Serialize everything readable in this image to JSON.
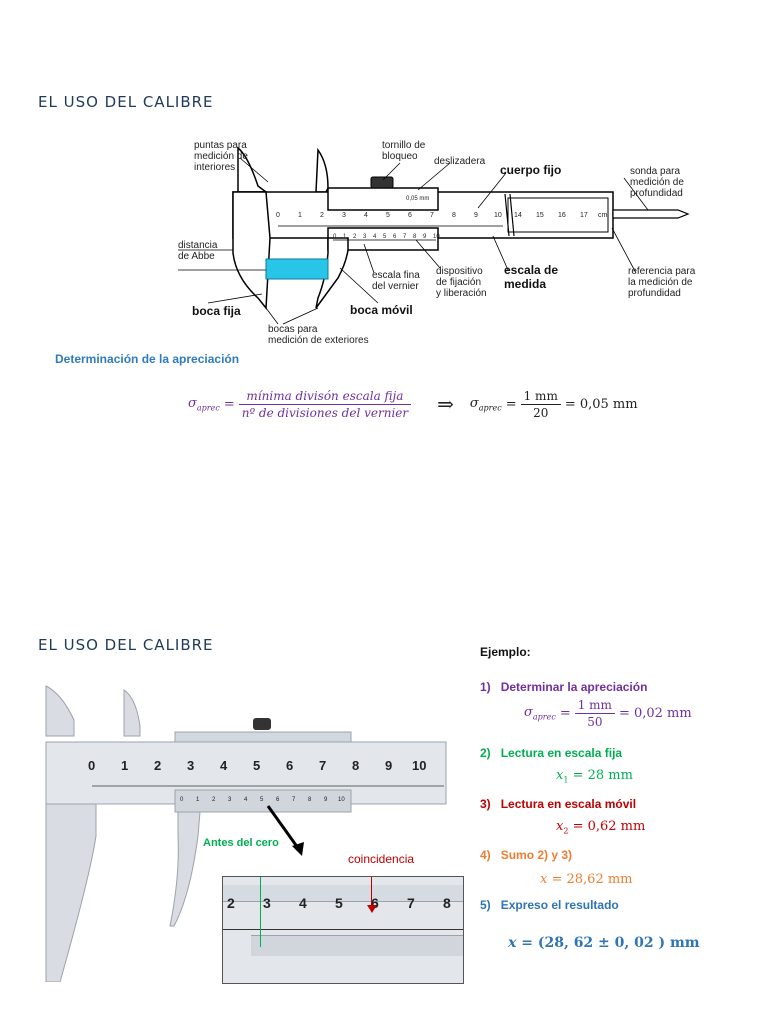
{
  "slide1": {
    "title": "EL USO DEL CALIBRE",
    "labels": {
      "puntas": "puntas para\nmedición de\ninteriores",
      "tornillo": "tornillo de\nbloqueo",
      "deslizadera": "deslizadera",
      "cuerpo_fijo": "cuerpo fijo",
      "sonda": "sonda para\nmedición de\nprofundidad",
      "distancia_abbe": "distancia\nde Abbe",
      "escala_fina": "escala fina\ndel vernier",
      "dispositivo": "dispositivo\nde fijación\ny liberación",
      "escala_medida": "escala de\nmedida",
      "referencia": "referencia para\nla medición de\nprofundidad",
      "boca_fija": "boca fija",
      "boca_movil": "boca móvil",
      "bocas_exteriores": "bocas para\nmedición de exteriores",
      "vernier_value": "0,05 mm",
      "cm": "cm"
    },
    "scale_top": [
      "0",
      "1",
      "2",
      "3",
      "4",
      "5",
      "6",
      "7",
      "8",
      "9",
      "10",
      "14",
      "15",
      "16",
      "17"
    ],
    "scale_vernier": [
      "0",
      "1",
      "2",
      "3",
      "4",
      "5",
      "6",
      "7",
      "8",
      "9",
      "10"
    ],
    "determinacion": "Determinación de la apreciación",
    "formula": {
      "sigma": "σ",
      "sub": "aprec",
      "num": "mínima divisón escala fija",
      "den": "nº de divisiones del vernier",
      "arrow": "⇒",
      "num2": "1 mm",
      "den2": "20",
      "result": "= 0,05 mm"
    }
  },
  "slide2": {
    "title": "EL USO DEL CALIBRE",
    "scale_main": [
      "0",
      "1",
      "2",
      "3",
      "4",
      "5",
      "6",
      "7",
      "8",
      "9",
      "10"
    ],
    "scale_vernier": [
      "0",
      "1",
      "2",
      "3",
      "4",
      "5",
      "6",
      "7",
      "8",
      "9",
      "10"
    ],
    "zoom_scale": [
      "2",
      "3",
      "4",
      "5",
      "6",
      "7",
      "8"
    ],
    "antes_del_cero": "Antes del cero",
    "coincidencia": "coincidencia",
    "ejemplo": "Ejemplo:",
    "steps": [
      {
        "n": "1)",
        "text": "Determinar la apreciación",
        "color": "#7030a0"
      },
      {
        "n": "2)",
        "text": "Lectura en escala fija",
        "color": "#00b050"
      },
      {
        "n": "3)",
        "text": "Lectura en escala móvil",
        "color": "#c00000"
      },
      {
        "n": "4)",
        "text": "Sumo 2) y 3)",
        "color": "#ed7d31"
      },
      {
        "n": "5)",
        "text": "Expreso el resultado",
        "color": "#2e75b6"
      }
    ],
    "eq1": {
      "num": "1 mm",
      "den": "50",
      "result": "= 0,02 mm"
    },
    "eq2": {
      "var": "x",
      "sub": "1",
      "value": "= 28 mm"
    },
    "eq3": {
      "var": "x",
      "sub": "2",
      "value": "= 0,62 mm"
    },
    "eq4": {
      "var": "x",
      "value": "= 28,62 mm"
    },
    "eq5": {
      "lhs": "x",
      "value": "= (28, 62 ± 0, 02 ) mm"
    }
  }
}
